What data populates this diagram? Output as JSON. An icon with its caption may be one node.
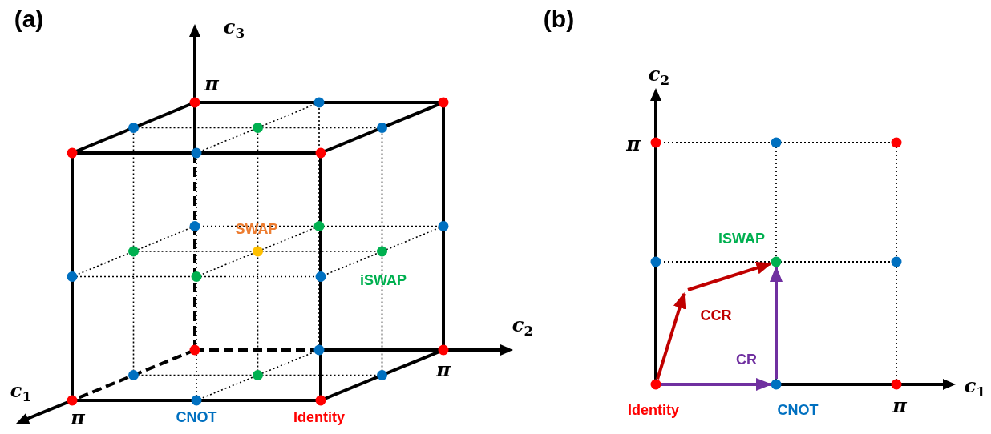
{
  "diagram": {
    "nodes": [
      {
        "text": [],
        "shape": "circle",
        "beside": [
          "Identity"
        ]
      },
      {
        "text": [],
        "shape": "circle",
        "beside": [
          "CNOT"
        ]
      },
      {
        "text": [],
        "shape": "circle",
        "beside": [
          "iSWAP"
        ]
      }
    ],
    "edges": [
      {
        "from": 0,
        "to": 1,
        "arrow": "to",
        "color": "#7030a0"
      },
      {
        "from": 1,
        "to": 2,
        "arrow": "to",
        "label": "CR",
        "color": "#7030a0"
      },
      {
        "from": 0,
        "to": null,
        "arrow": "to",
        "label": "CCR",
        "color": "#c00000"
      },
      {
        "from": null,
        "to": 2,
        "arrow": "to",
        "color": "#c00000"
      }
    ],
    "labels": [
      "(a)",
      "c$_{3}$",
      "π",
      "c$_{2}$",
      "SWAP",
      "iSWAP",
      "c$_{1}$",
      "π",
      "π",
      "CNOT",
      "Identity",
      "(b)",
      "c$_{2}$",
      "π",
      "c$_{1}$",
      "π"
    ]
  }
}
